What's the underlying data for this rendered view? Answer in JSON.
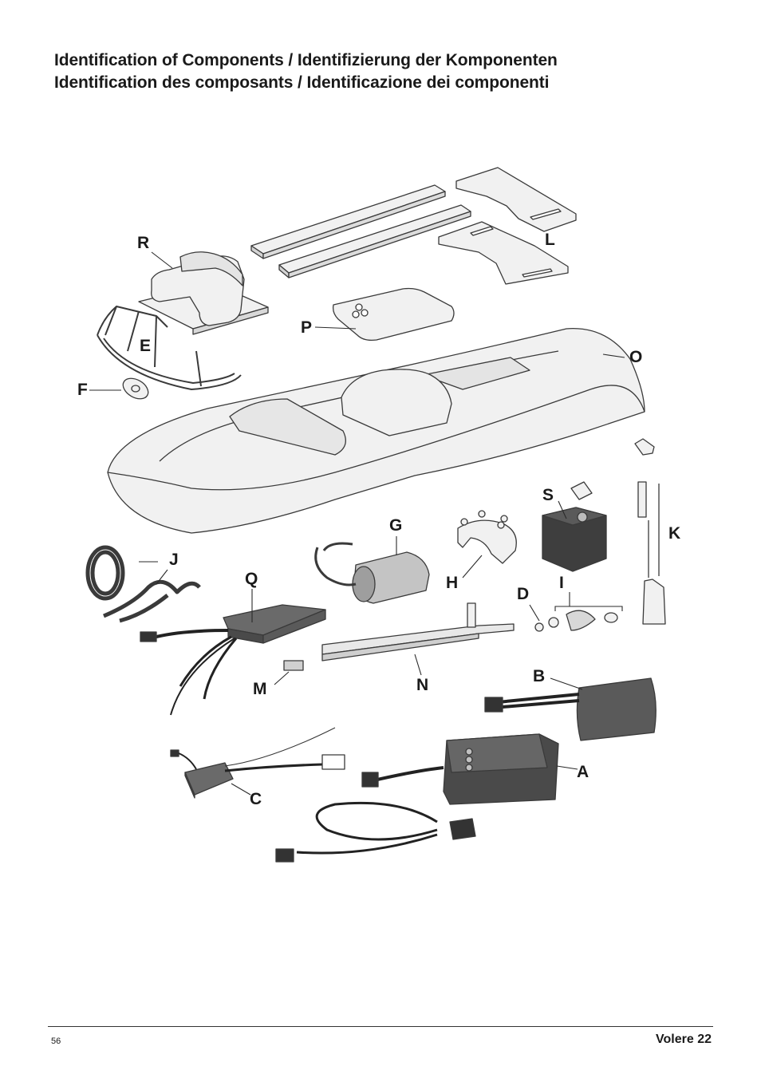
{
  "header": {
    "title_line1": "Identification of Components / Identifizierung der Komponenten",
    "title_line2": "Identification des composants / Identificazione dei componenti"
  },
  "labels": {
    "R": "R",
    "L": "L",
    "P": "P",
    "E": "E",
    "O": "O",
    "F": "F",
    "S": "S",
    "G": "G",
    "K": "K",
    "J": "J",
    "Q": "Q",
    "H": "H",
    "I": "I",
    "D": "D",
    "B": "B",
    "N": "N",
    "M": "M",
    "A": "A",
    "C": "C"
  },
  "footer": {
    "page_number": "56",
    "product": "Volere 22"
  }
}
